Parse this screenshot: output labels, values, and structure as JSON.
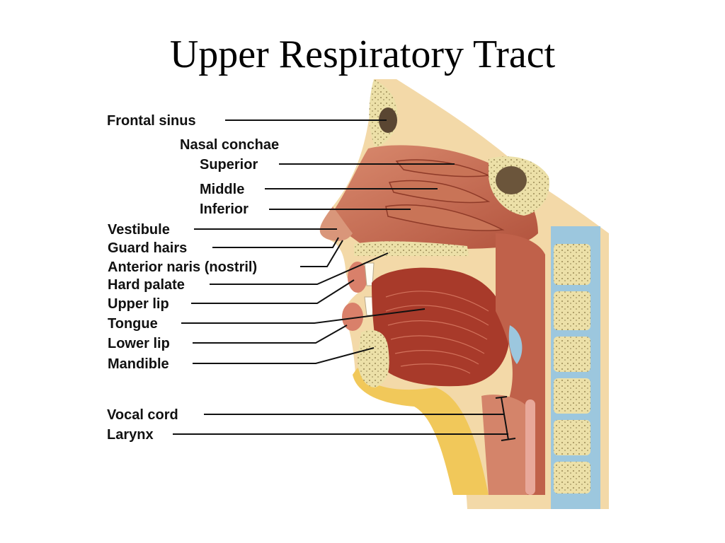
{
  "title": "Upper Respiratory Tract",
  "labels": {
    "frontal_sinus": "Frontal sinus",
    "nasal_conchae": "Nasal conchae",
    "superior": "Superior",
    "middle": "Middle",
    "inferior": "Inferior",
    "vestibule": "Vestibule",
    "guard_hairs": "Guard hairs",
    "anterior_naris": "Anterior naris (nostril)",
    "hard_palate": "Hard palate",
    "upper_lip": "Upper lip",
    "tongue": "Tongue",
    "lower_lip": "Lower lip",
    "mandible": "Mandible",
    "vocal_cord": "Vocal cord",
    "larynx": "Larynx"
  },
  "colors": {
    "background": "#ffffff",
    "tissue": "#c8694f",
    "mucosa": "#b24f3a",
    "muscle": "#a83a2a",
    "bone": "#e9dca4",
    "fat": "#f1c85a",
    "cartilage": "#9cc7de",
    "skin": "#f3d9a8"
  }
}
